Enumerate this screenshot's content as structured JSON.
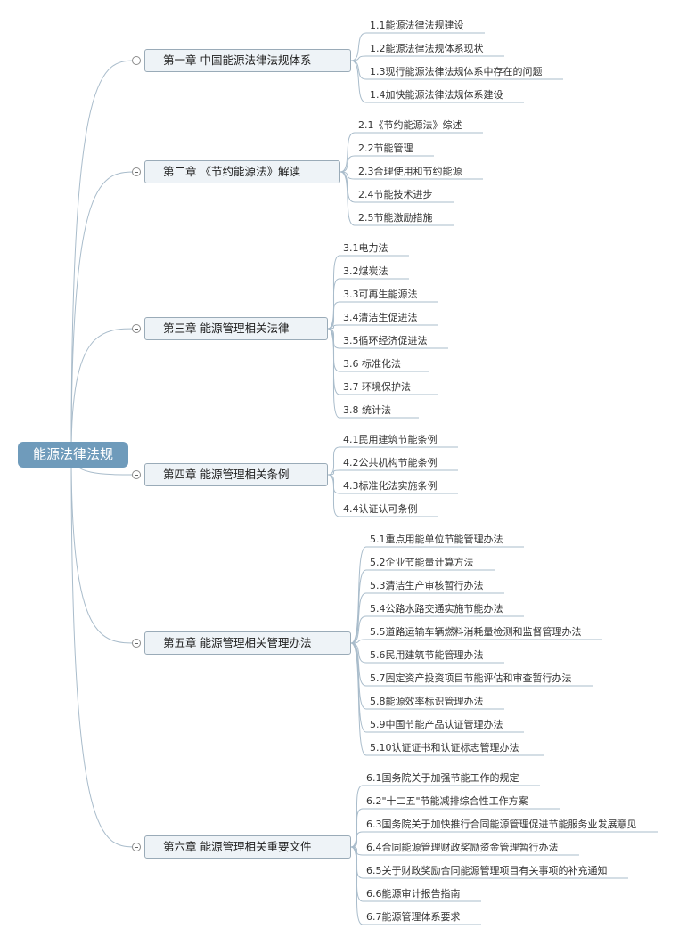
{
  "root": {
    "label": "能源法律法规"
  },
  "chapters": [
    {
      "label": "第一章 中国能源法律法规体系",
      "items": [
        "1.1能源法律法规建设",
        "1.2能源法律法规体系现状",
        "1.3现行能源法律法规体系中存在的问题",
        "1.4加快能源法律法规体系建设"
      ]
    },
    {
      "label": "第二章 《节约能源法》解读",
      "items": [
        "2.1《节约能源法》综述",
        "2.2节能管理",
        "2.3合理使用和节约能源",
        "2.4节能技术进步",
        "2.5节能激励措施"
      ]
    },
    {
      "label": "第三章 能源管理相关法律",
      "items": [
        "3.1电力法",
        "3.2煤炭法",
        "3.3可再生能源法",
        "3.4清洁生促进法",
        "3.5循环经济促进法",
        "3.6 标准化法",
        "3.7 环境保护法",
        "3.8 统计法"
      ]
    },
    {
      "label": "第四章 能源管理相关条例",
      "items": [
        "4.1民用建筑节能条例",
        "4.2公共机构节能条例",
        "4.3标准化法实施条例",
        "4.4认证认可条例"
      ]
    },
    {
      "label": "第五章 能源管理相关管理办法",
      "items": [
        "5.1重点用能单位节能管理办法",
        "5.2企业节能量计算方法",
        "5.3清洁生产审核暂行办法",
        "5.4公路水路交通实施节能办法",
        "5.5道路运输车辆燃料消耗量检测和监督管理办法",
        "5.6民用建筑节能管理办法",
        "5.7固定资产投资项目节能评估和审查暂行办法",
        "5.8能源效率标识管理办法",
        "5.9中国节能产品认证管理办法",
        "5.10认证证书和认证标志管理办法"
      ]
    },
    {
      "label": "第六章 能源管理相关重要文件",
      "items": [
        "6.1国务院关于加强节能工作的规定",
        "6.2\"十二五\"节能减排综合性工作方案",
        "6.3国务院关于加快推行合同能源管理促进节能服务业发展意见",
        "6.4合同能源管理财政奖励资金管理暂行办法",
        "6.5关于财政奖励合同能源管理项目有关事项的补充通知",
        "6.6能源审计报告指南",
        "6.7能源管理体系要求"
      ]
    }
  ]
}
